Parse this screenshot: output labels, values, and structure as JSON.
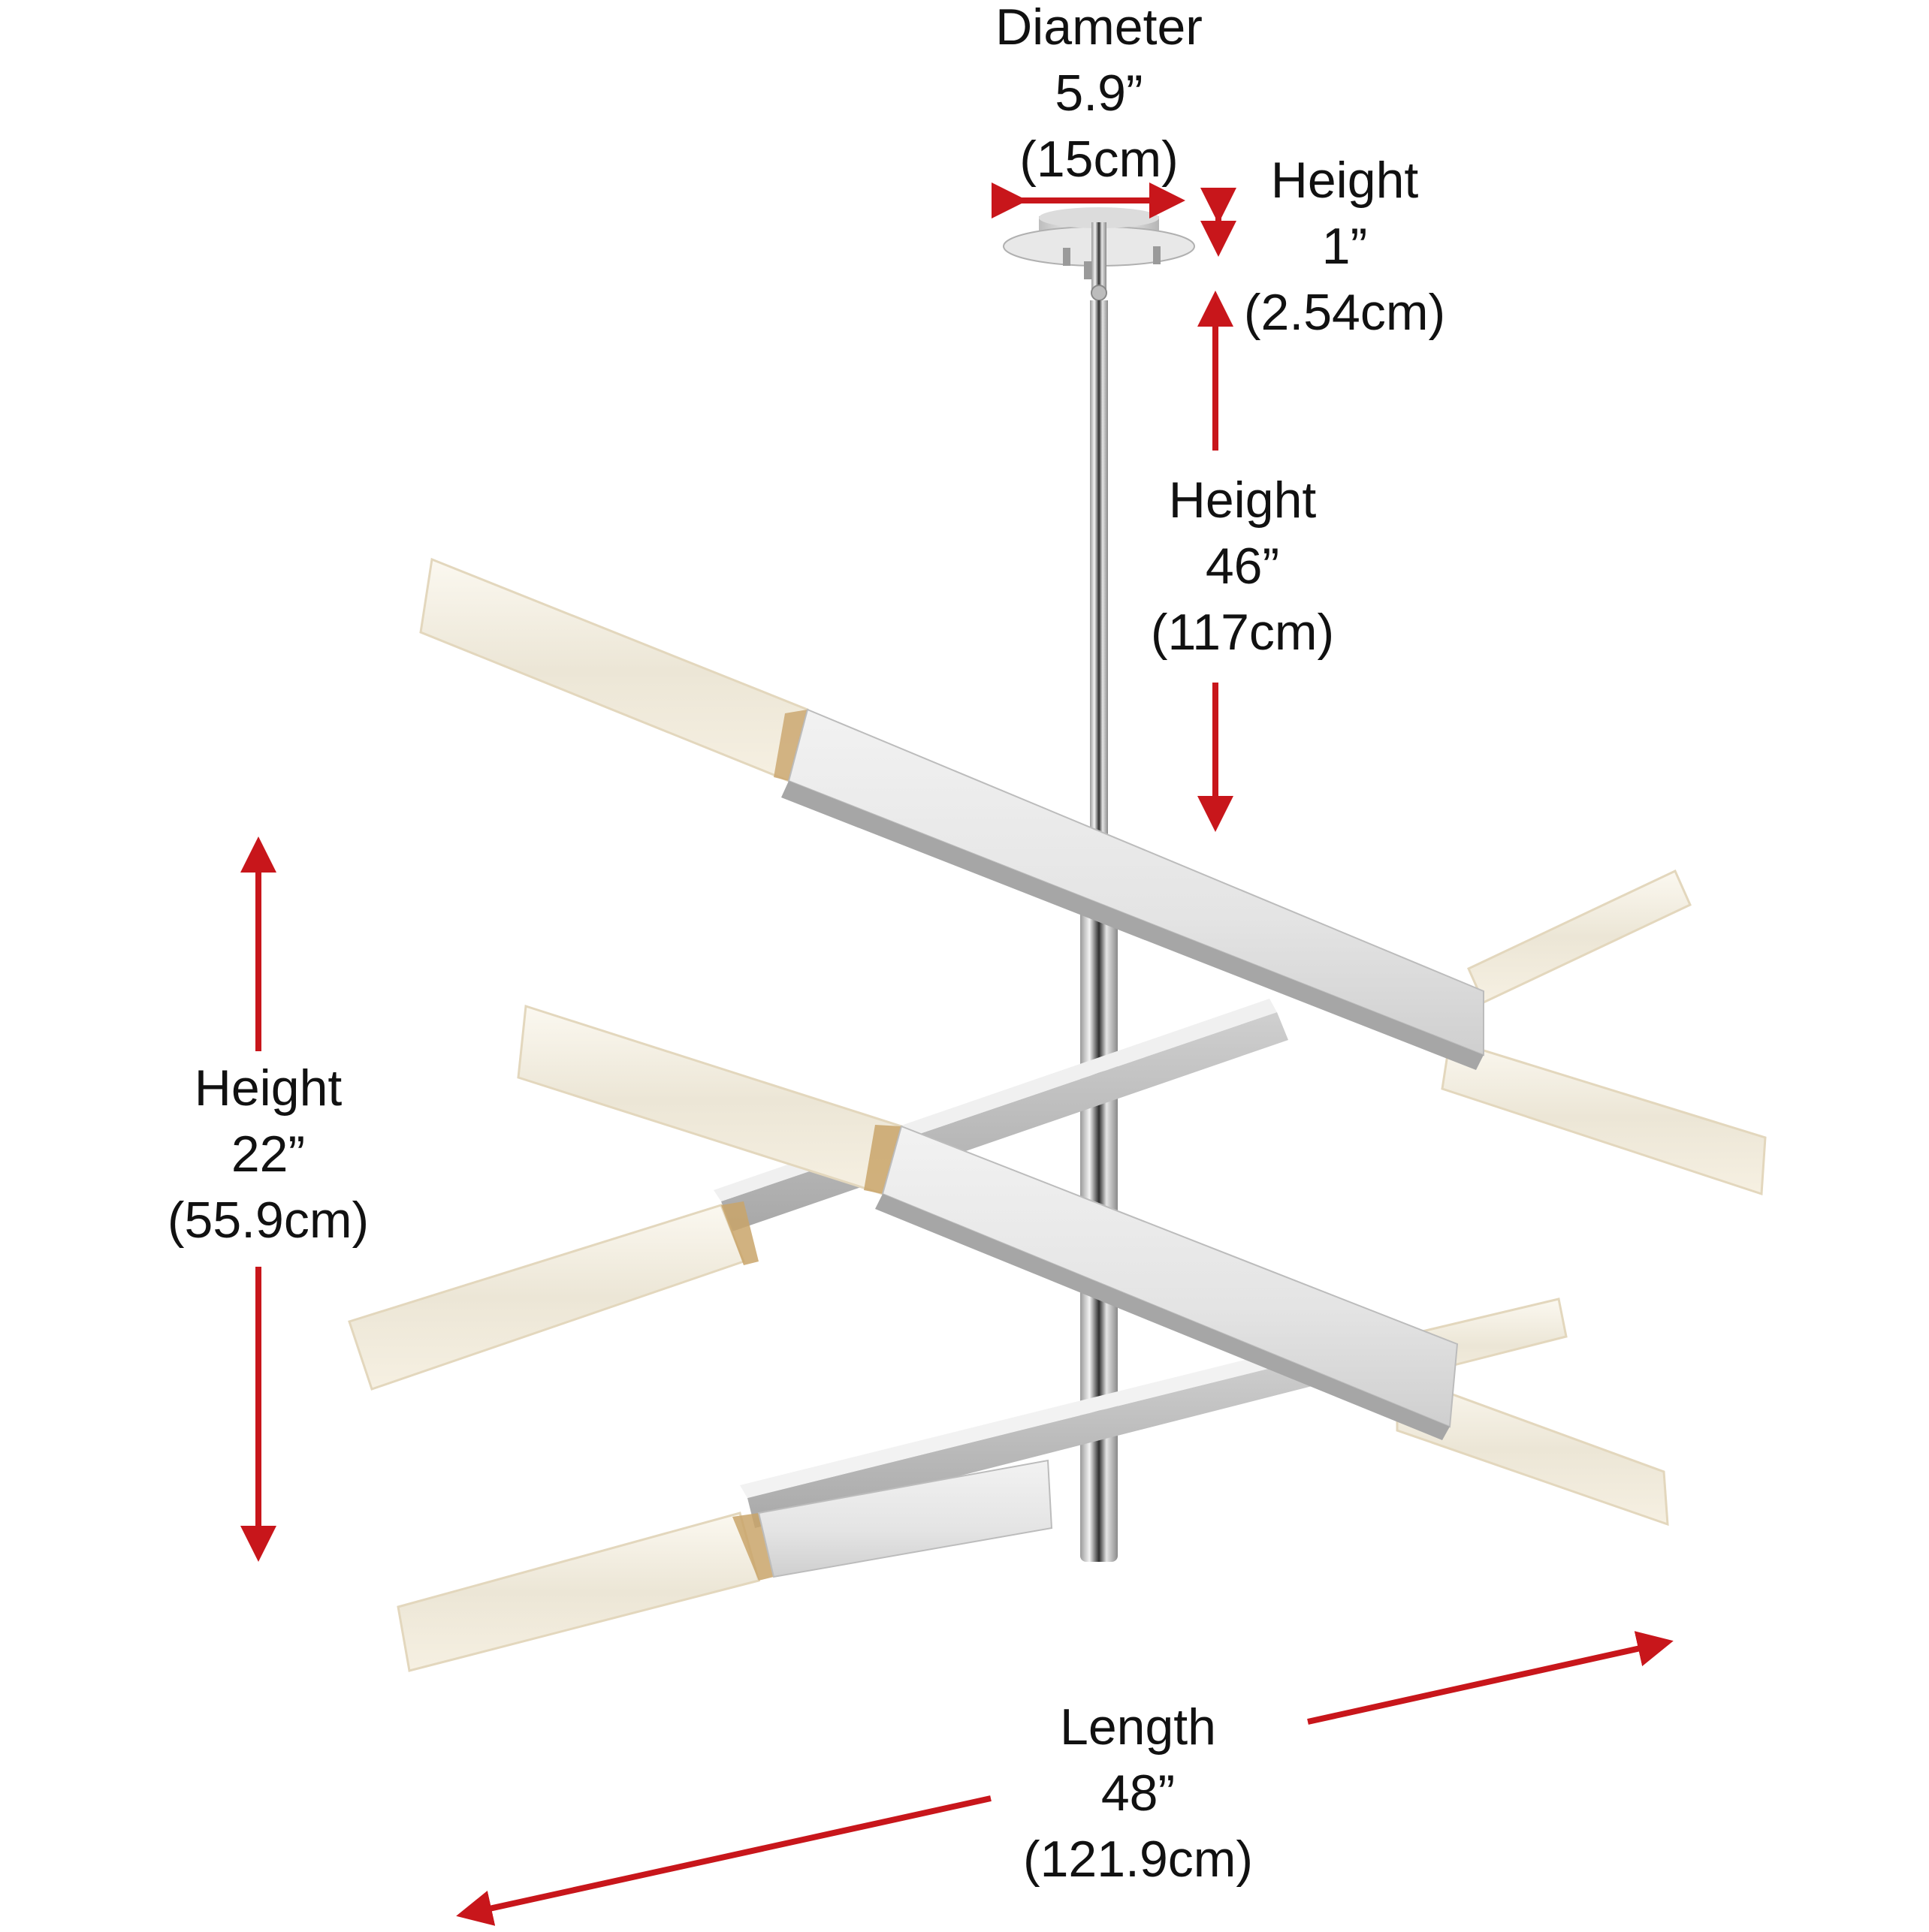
{
  "diagram": {
    "type": "product-dimension-diagram",
    "subject": "Modern linear crystal chandelier with chrome bars",
    "colors": {
      "arrow": "#c8161b",
      "text": "#111111",
      "chrome_light": "#eeeeee",
      "chrome_mid": "#cfcfcf",
      "chrome_dark": "#4a4a4a",
      "crystal": "#f4efe2",
      "crystal_accent": "#c9a46a",
      "background": "#ffffff"
    },
    "dimensions": {
      "canopy_diameter": {
        "label": "Diameter",
        "imperial": "5.9”",
        "metric": "(15cm)"
      },
      "canopy_height": {
        "label": "Height",
        "imperial": "1”",
        "metric": "(2.54cm)"
      },
      "overall_height": {
        "label": "Height",
        "imperial": "46”",
        "metric": "(117cm)"
      },
      "fixture_height": {
        "label": "Height",
        "imperial": "22”",
        "metric": "(55.9cm)"
      },
      "length": {
        "label": "Length",
        "imperial": "48”",
        "metric": "(121.9cm)"
      }
    }
  }
}
